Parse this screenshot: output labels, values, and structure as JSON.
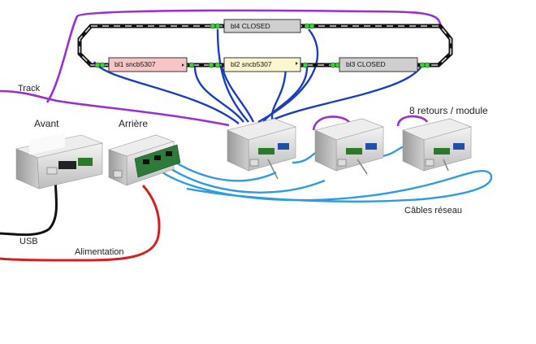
{
  "blocks": [
    {
      "id": "bl1",
      "label": "bl1 sncb5307",
      "fill": "#f6c6c6"
    },
    {
      "id": "bl2",
      "label": "bl2 sncb5307",
      "fill": "#fbf6cf"
    },
    {
      "id": "bl3",
      "label": "bl3 CLOSED",
      "fill": "#cfcfcf"
    },
    {
      "id": "bl4",
      "label": "bl4 CLOSED",
      "fill": "#cfcfcf"
    }
  ],
  "labels": {
    "track": "Track",
    "avant": "Avant",
    "arriere": "Arrière",
    "retours": "8 retours / module",
    "cables": "Câbles réseau",
    "usb": "USB",
    "alimentation": "Alimentation"
  },
  "colors": {
    "track_wire": "#9b2fc9",
    "feedback_wire": "#1b3fb8",
    "network_cable": "#2f9be0",
    "usb_cable": "#111111",
    "power_cable": "#d22020",
    "label_track": "#9b2fc9",
    "label_cables": "#2f9be0",
    "label_alim": "#d22020"
  }
}
